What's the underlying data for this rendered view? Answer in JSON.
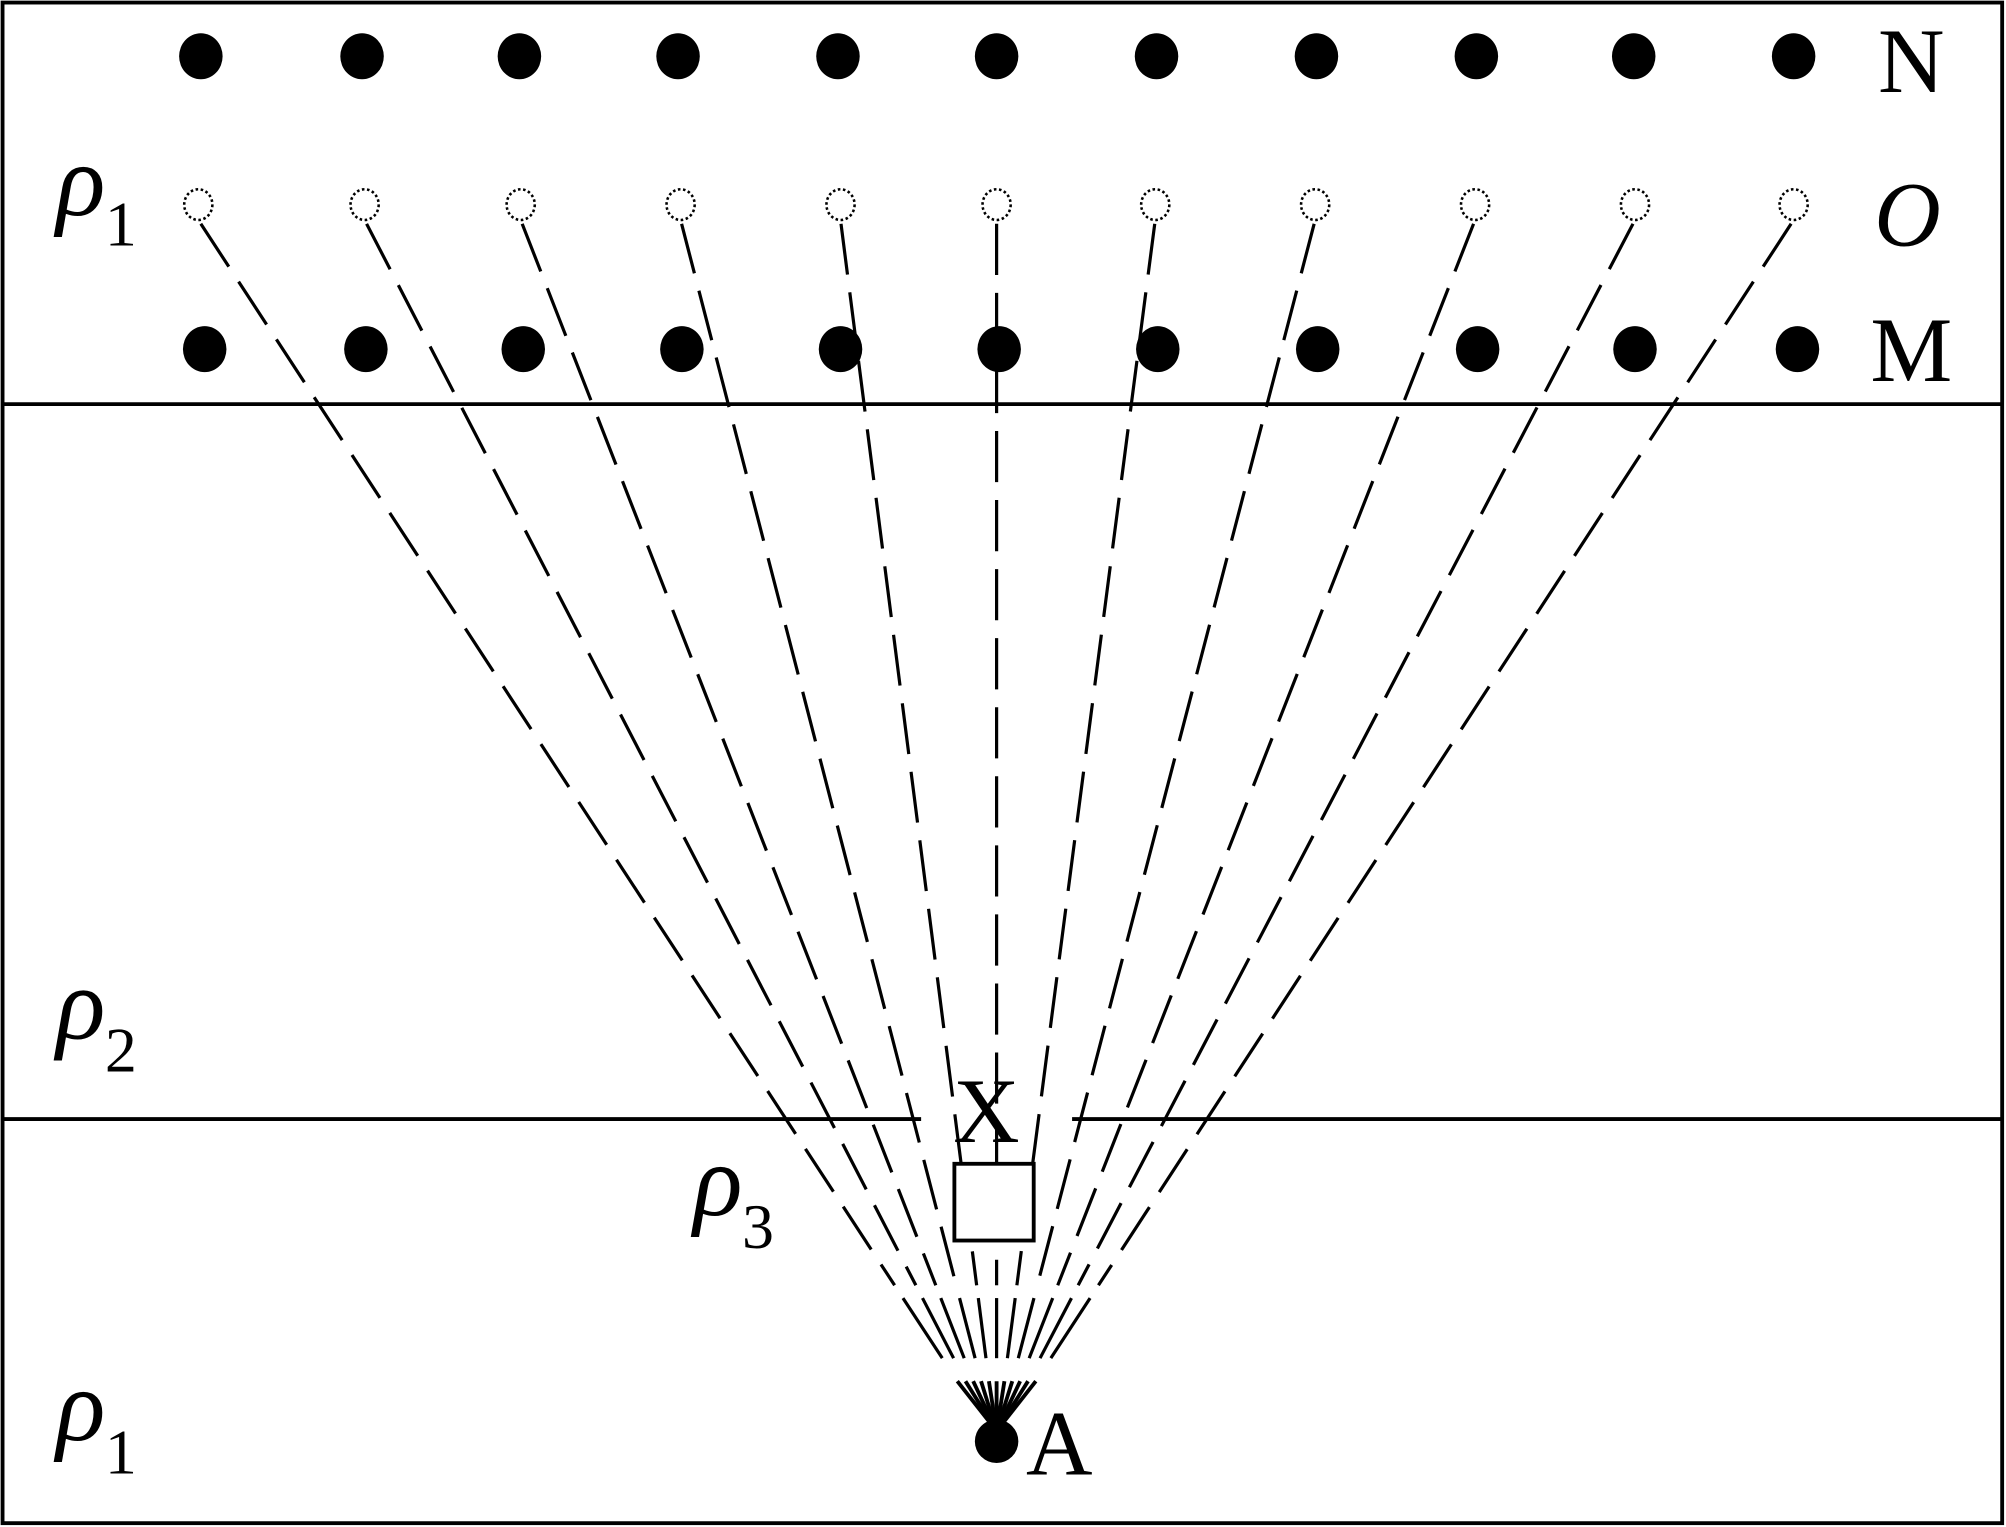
{
  "layers": {
    "top": {
      "symbol": "ρ",
      "subscript": "1"
    },
    "middle": {
      "symbol": "ρ",
      "subscript": "2"
    },
    "inclusion": {
      "symbol": "ρ",
      "subscript": "3"
    },
    "bottom": {
      "symbol": "ρ",
      "subscript": "1"
    }
  },
  "rows": {
    "N": "N",
    "O": "O",
    "M": "M"
  },
  "point_count": 11,
  "source_label": "A",
  "target_label": "X",
  "colors": {
    "ink": "#000000",
    "background": "#ffffff"
  }
}
